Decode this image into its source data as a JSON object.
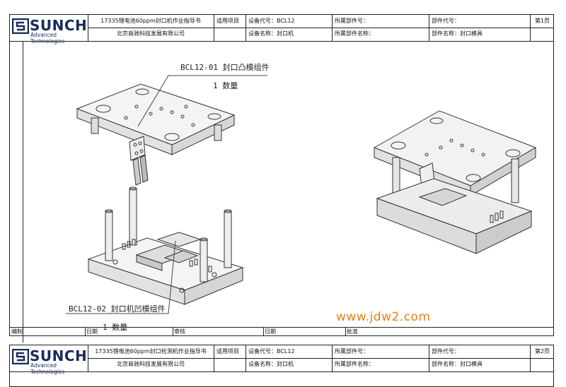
{
  "header": {
    "logo_text": "SUNCH",
    "logo_sub": "Advanced Technologies",
    "doc_title": "17335锂电池60ppm封口机作业指导书",
    "company": "北京商驰科技发展有限公司",
    "apply_label": "适用项目",
    "equip_code": "设备代号：BCL12",
    "equip_name": "设备名称：封口机",
    "dept_no": "所属部件号：",
    "dept_name": "所属部件名称：",
    "part_no": "部件代号：",
    "part_name": "部件名称：封口模具",
    "page": "第1页"
  },
  "drawing": {
    "label_top_code": "BCL12-01 封口凸模组件",
    "label_top_qty": "1 数量",
    "label_bottom_code": "BCL12-02 封口机凹模组件",
    "label_bottom_qty": "1 数量",
    "watermark": "www.jdw2.com"
  },
  "footer": {
    "c1": "编制",
    "c2": "日期",
    "c3": "审核",
    "c4": "日期",
    "c5": "批准"
  },
  "header2": {
    "logo_text": "SUNCH",
    "logo_sub": "Advanced Technologies",
    "doc_title": "17335锂电池60ppm封口检测机作业指导书",
    "company": "北京商驰科技发展有限公司",
    "apply_label": "适用项目",
    "equip_code": "设备代号：BCL12",
    "equip_name": "设备名称：封口机",
    "dept_no": "所属部件号：",
    "dept_name": "所属部件名称：",
    "part_no": "部件代号：",
    "part_name": "部件名称：封口模具",
    "page": "第2页"
  },
  "colors": {
    "logo": "#1a2a5c",
    "watermark": "#e8801a",
    "line": "#222222"
  }
}
